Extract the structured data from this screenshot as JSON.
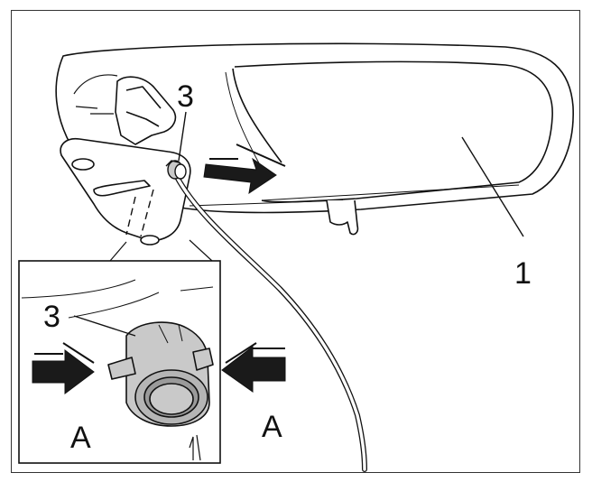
{
  "figure": {
    "callouts": {
      "part_1": "1",
      "part_3_top": "3",
      "part_3_inset": "3",
      "view_left": "A",
      "view_right": "A"
    },
    "colors": {
      "outline": "#111111",
      "fill_light": "#ffffff",
      "fill_grey": "#c9c9c9",
      "fill_grey_dark": "#9a9a9a",
      "arrow": "#1a1a1a"
    },
    "icons": {
      "push_arrow": "right-arrow-icon",
      "press_arrow_left": "right-arrow-icon",
      "press_arrow_right": "left-arrow-icon"
    }
  }
}
